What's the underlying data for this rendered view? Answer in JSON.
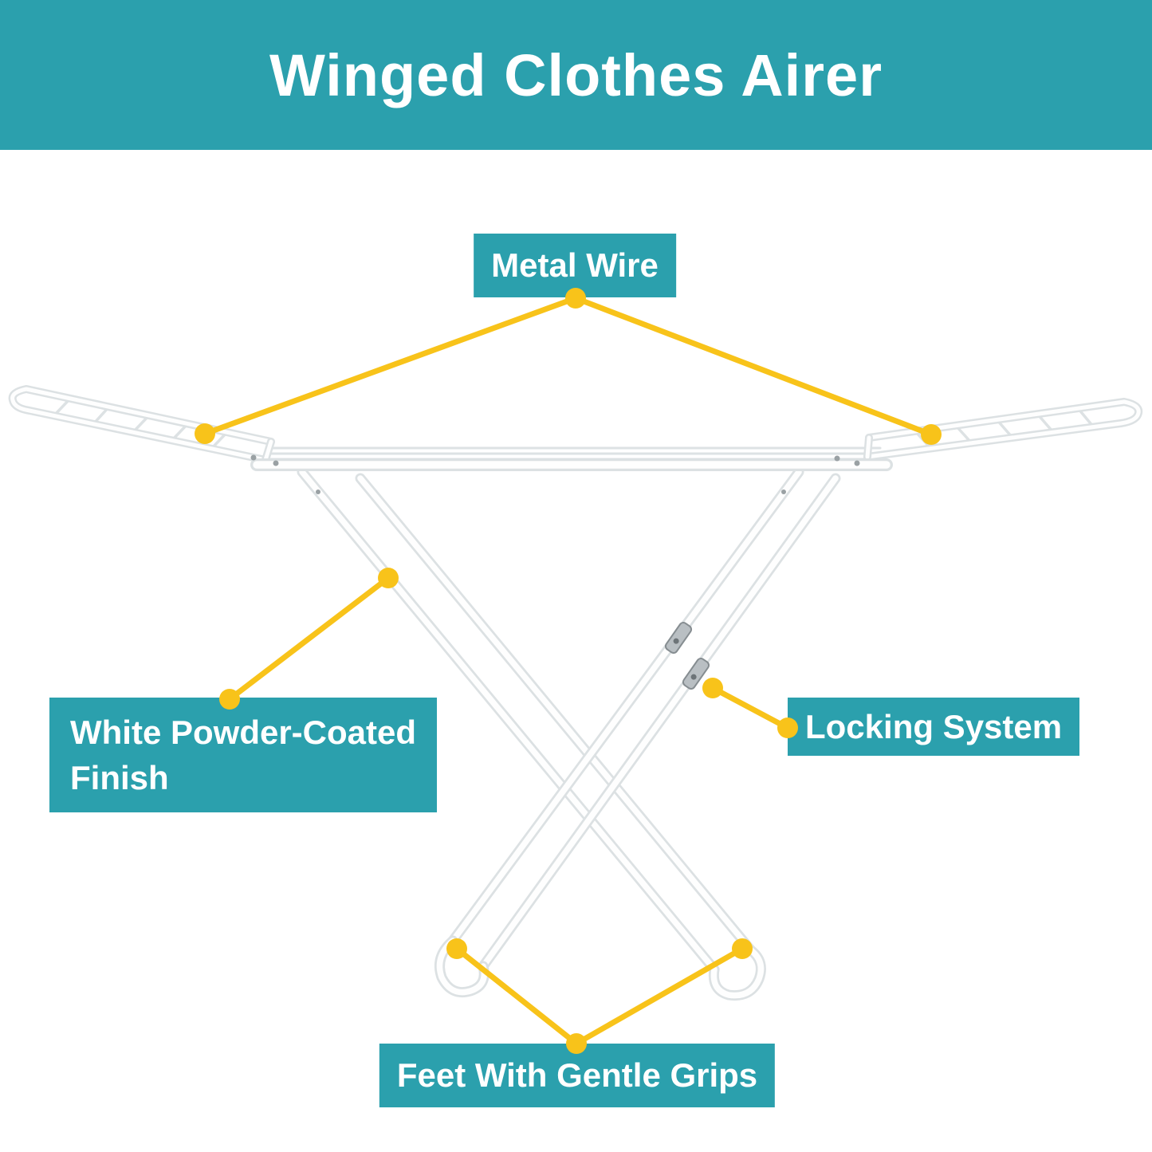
{
  "banner": {
    "title": "Winged Clothes Airer"
  },
  "callouts": {
    "metal_wire": {
      "label": "Metal Wire"
    },
    "finish": {
      "label": "White Powder-Coated\nFinish"
    },
    "locking": {
      "label": "Locking System"
    },
    "feet": {
      "label": "Feet With Gentle Grips"
    }
  },
  "colors": {
    "teal": "#2BA0AD",
    "yellow": "#F8C31A",
    "label_text": "#FFFFFF",
    "background": "#FFFFFF",
    "frame_white": "#FEFEFE",
    "frame_shadow": "#DCE1E3"
  }
}
